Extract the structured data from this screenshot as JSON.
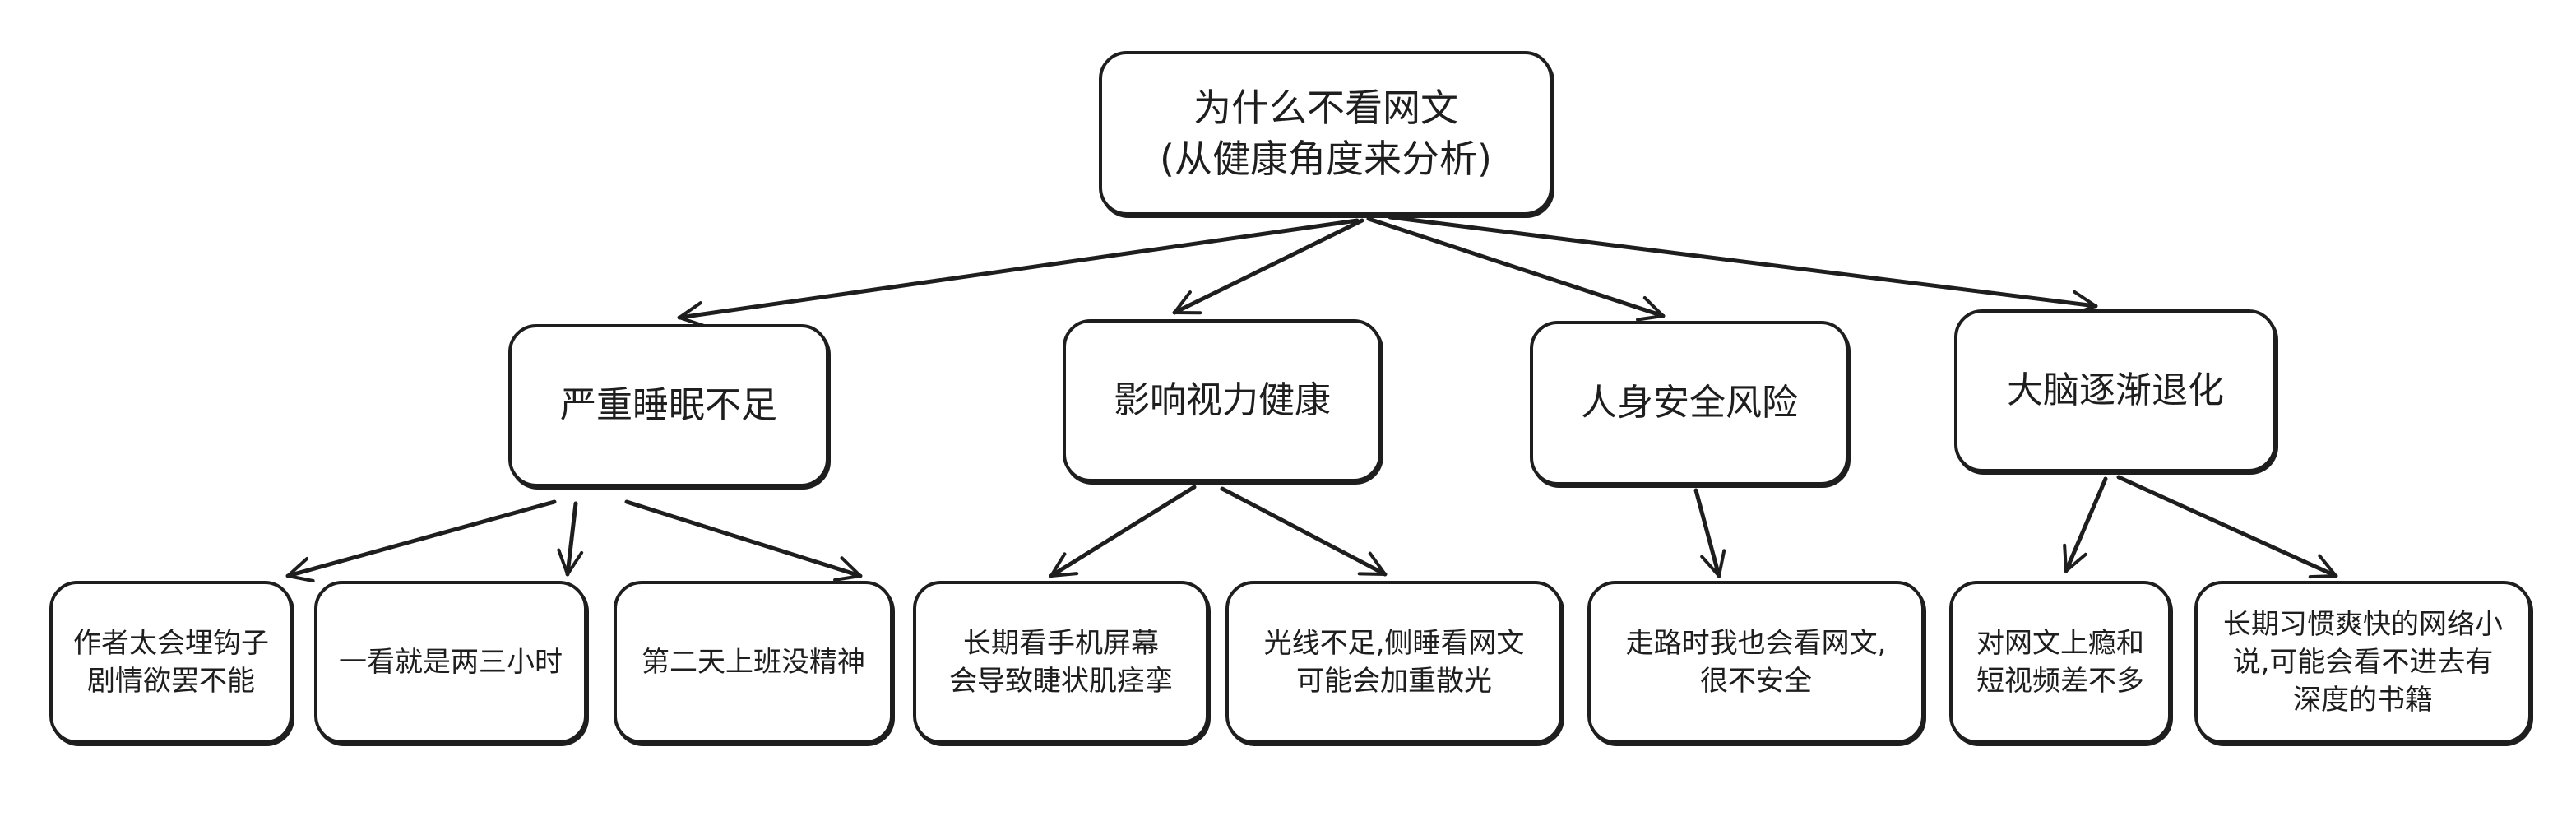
{
  "root": {
    "line1": "为什么不看网文",
    "line2": "(从健康角度来分析)"
  },
  "categories": [
    {
      "label": "严重睡眠不足",
      "children": [
        {
          "line1": "作者太会埋钩子",
          "line2": "剧情欲罢不能"
        },
        {
          "line1": "一看就是两三小时",
          "line2": ""
        },
        {
          "line1": "第二天上班没精神",
          "line2": ""
        }
      ]
    },
    {
      "label": "影响视力健康",
      "children": [
        {
          "line1": "长期看手机屏幕",
          "line2": "会导致睫状肌痉挛"
        },
        {
          "line1": "光线不足,侧睡看网文",
          "line2": "可能会加重散光"
        }
      ]
    },
    {
      "label": "人身安全风险",
      "children": [
        {
          "line1": "走路时我也会看网文,",
          "line2": "很不安全"
        }
      ]
    },
    {
      "label": "大脑逐渐退化",
      "children": [
        {
          "line1": "对网文上瘾和",
          "line2": "短视频差不多"
        },
        {
          "line1": "长期习惯爽快的网络小",
          "line2": "说,可能会看不进去有",
          "line3": "深度的书籍"
        }
      ]
    }
  ]
}
